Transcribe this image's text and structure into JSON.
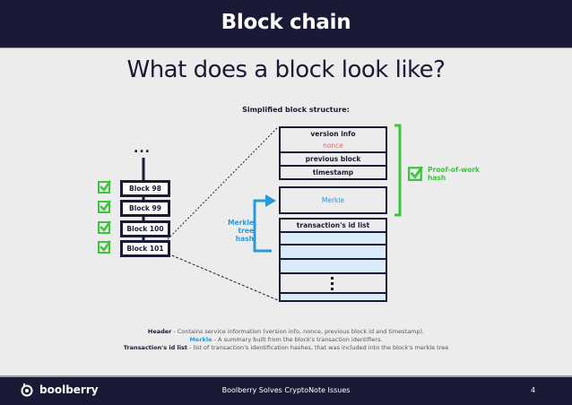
{
  "header": {
    "title": "Block chain"
  },
  "subtitle": "What does a block look like?",
  "diagram": {
    "structure_title": "Simplified block structure:",
    "ellipsis": "...",
    "chain_blocks": [
      {
        "label": "Block 98",
        "verified": true
      },
      {
        "label": "Block 99",
        "verified": true
      },
      {
        "label": "Block 100",
        "verified": true
      },
      {
        "label": "Block 101",
        "verified": true
      }
    ],
    "header_fields": [
      {
        "label": "version info",
        "color": "#1b1a36"
      },
      {
        "label": "nonce",
        "color": "#e06666"
      },
      {
        "label": "previous block",
        "color": "#1b1a36"
      },
      {
        "label": "timestamp",
        "color": "#1b1a36"
      }
    ],
    "merkle_field": {
      "label": "Merkle",
      "color": "#2a9ad6"
    },
    "tx_list": {
      "label": "transaction's id list"
    },
    "merkle_arrow_label": [
      "Merkle",
      "tree hash"
    ],
    "pow_label": [
      "Proof-of-work",
      "hash"
    ],
    "colors": {
      "navy": "#1b1a36",
      "green": "#3dc43d",
      "blue": "#2a9ad6",
      "red": "#e06666",
      "row": "#d9ecf7"
    }
  },
  "legend": {
    "header_term": "Header",
    "header_desc": " - Contains service information (version info, nonce, previous block id and timestamp).",
    "merkle_term": "Merkle",
    "merkle_desc": " - A summary built from the block's transaction identifiers.",
    "tx_term": "Transaction's id list",
    "tx_desc": " - list of transaction's identification hashes, that was included into the block's merkle tree"
  },
  "footer": {
    "brand": "boolberry",
    "center_text": "Boolberry Solves CryptoNote Issues",
    "page_number": "4"
  }
}
